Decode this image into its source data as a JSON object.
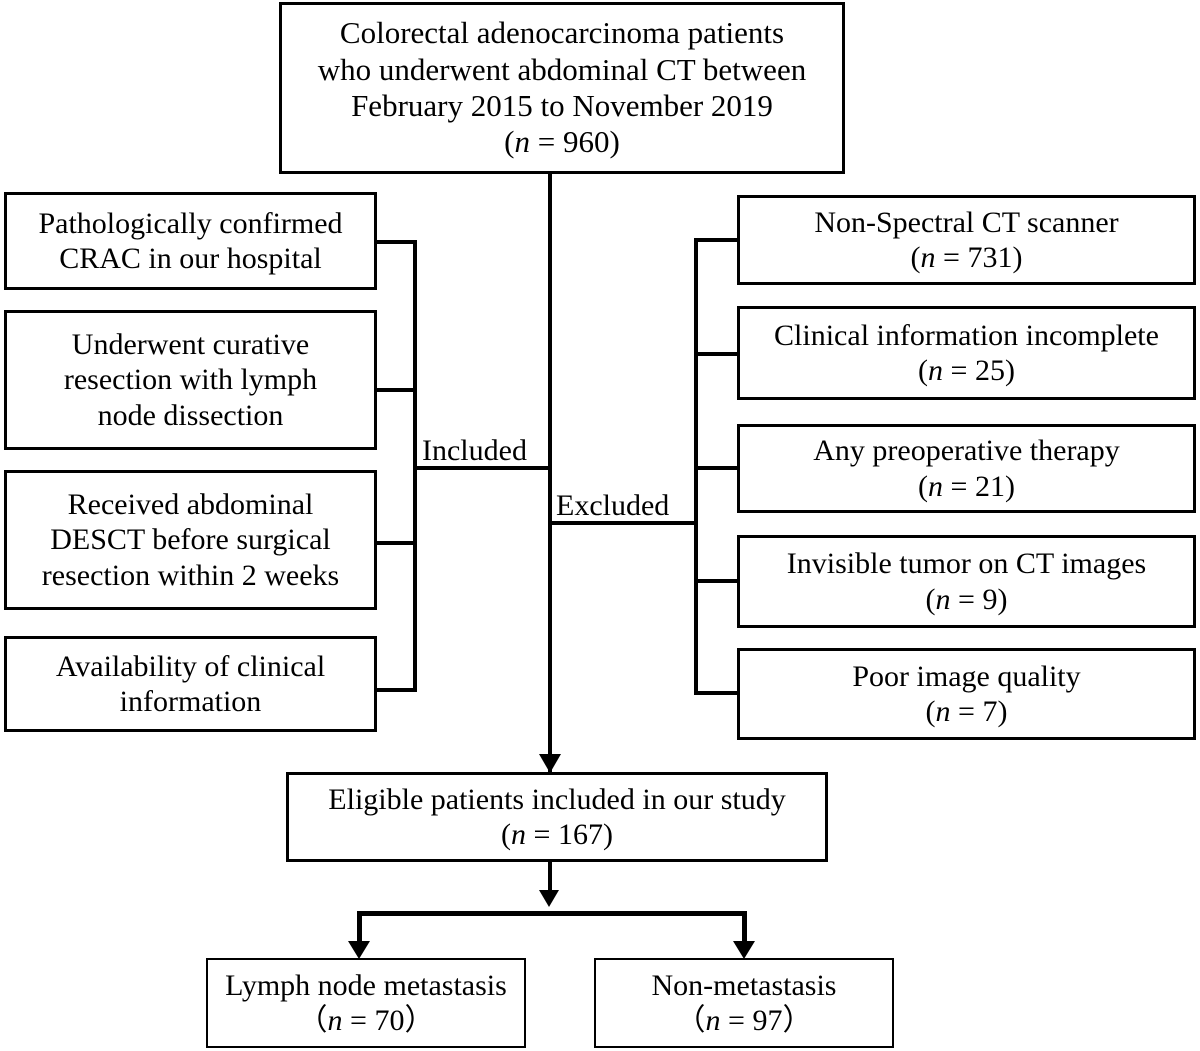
{
  "diagram": {
    "title": "Patient selection flowchart",
    "type": "flowchart",
    "colors": {
      "stroke": "#000000",
      "background": "#ffffff",
      "text": "#000000"
    },
    "top_box": {
      "line1": "Colorectal adenocarcinoma patients",
      "line2": "who underwent abdominal CT between",
      "line3": "February 2015 to November 2019",
      "n_prefix": "(",
      "n_var": "n",
      "n_value": " = 960)",
      "n_full": "(n = 960)"
    },
    "branch_labels": {
      "included": "Included",
      "excluded": "Excluded"
    },
    "inclusion_criteria": [
      {
        "line1": "Pathologically confirmed",
        "line2": "CRAC in our hospital"
      },
      {
        "line1": "Underwent curative",
        "line2": "resection with lymph",
        "line3": "node dissection"
      },
      {
        "line1": "Received abdominal",
        "line2": "DESCT before surgical",
        "line3": "resection within 2 weeks"
      },
      {
        "line1": "Availability of clinical",
        "line2": "information"
      }
    ],
    "exclusion_criteria": [
      {
        "label": "Non-Spectral CT scanner",
        "n_var": "n",
        "n_rest": " = 731)",
        "n_full": "(n = 731)"
      },
      {
        "label": "Clinical information incomplete",
        "n_var": "n",
        "n_rest": " = 25)",
        "n_full": "(n = 25)"
      },
      {
        "label": "Any preoperative therapy",
        "n_var": "n",
        "n_rest": " = 21)",
        "n_full": "(n = 21)"
      },
      {
        "label": "Invisible tumor on CT images",
        "n_var": "n",
        "n_rest": " = 9)",
        "n_full": "(n = 9)"
      },
      {
        "label": "Poor image quality",
        "n_var": "n",
        "n_rest": " = 7)",
        "n_full": "(n = 7)"
      }
    ],
    "eligible_box": {
      "label": "Eligible patients included in our study",
      "n_var": "n",
      "n_rest": " = 167)",
      "n_full": "(n = 167)"
    },
    "outcome_groups": [
      {
        "label": "Lymph node metastasis",
        "n_open": "（",
        "n_var": "n",
        "n_rest": " = 70）",
        "n_full": "（n = 70）"
      },
      {
        "label": "Non-metastasis",
        "n_open": "（",
        "n_var": "n",
        "n_rest": " = 97）",
        "n_full": "（n = 97）"
      }
    ]
  }
}
